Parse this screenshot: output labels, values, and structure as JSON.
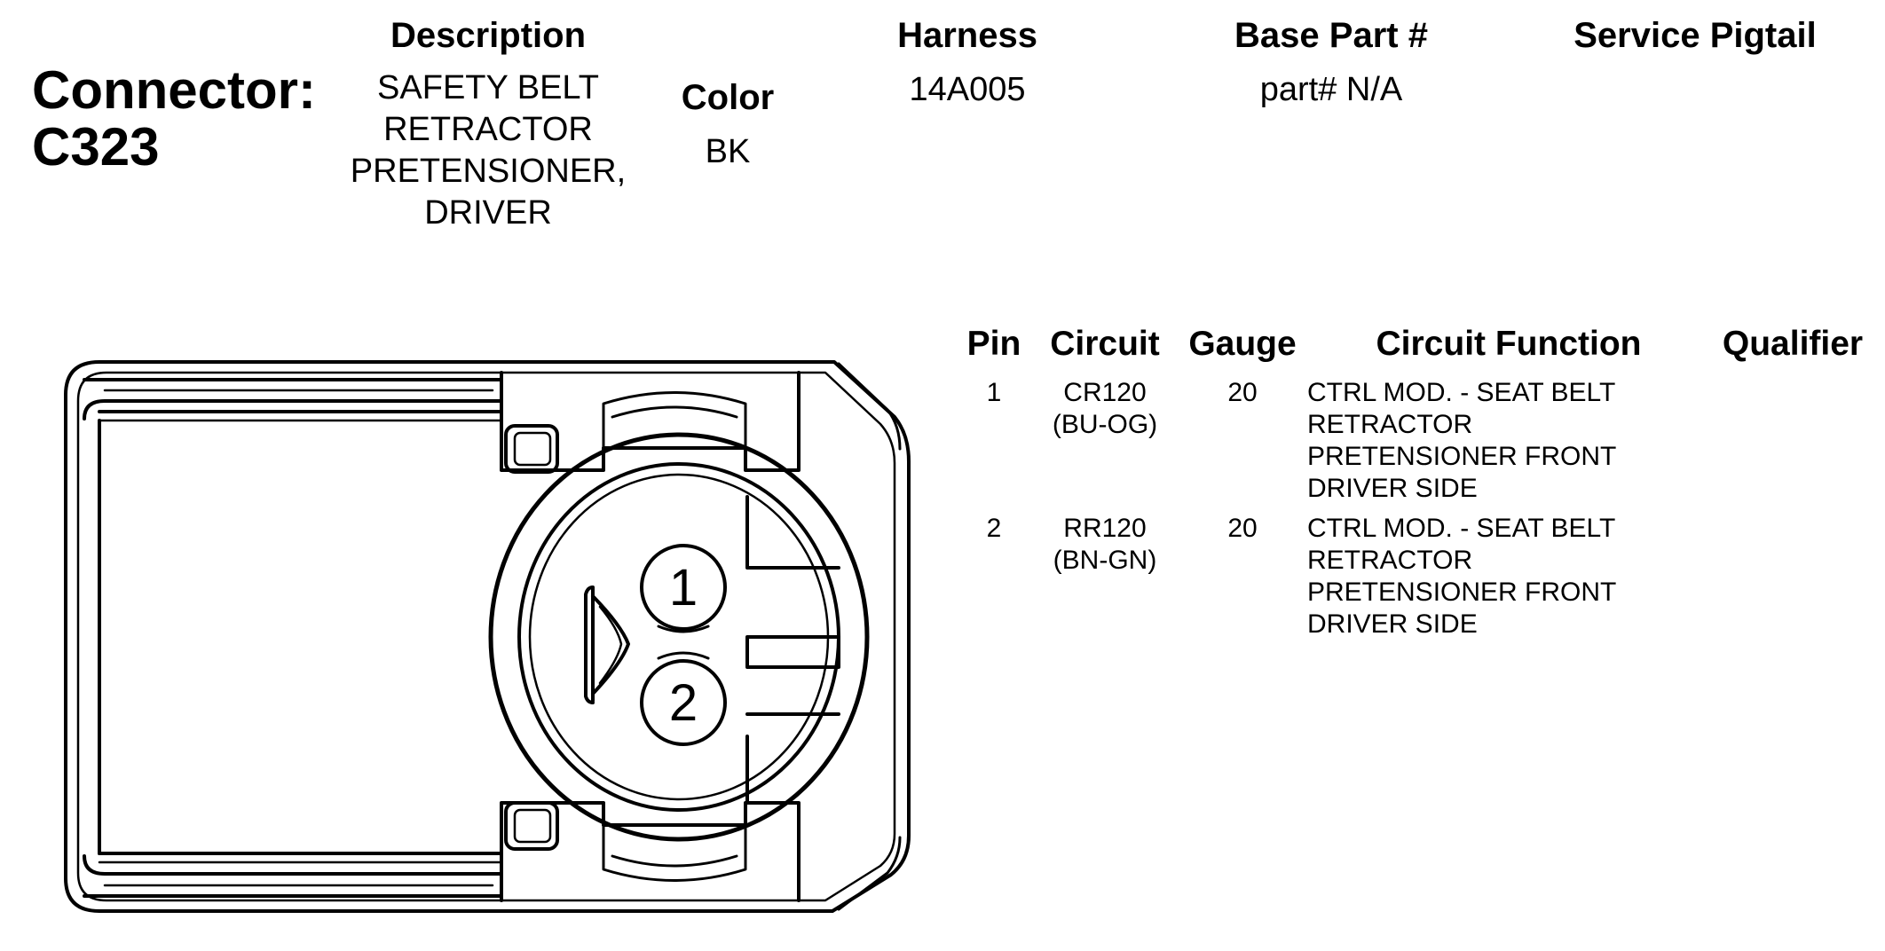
{
  "header": {
    "connector_label": "Connector:",
    "connector_id": "C323",
    "description_header": "Description",
    "description_lines": [
      "SAFETY BELT",
      "RETRACTOR",
      "PRETENSIONER,",
      "DRIVER"
    ],
    "color_header": "Color",
    "color_value": "BK",
    "harness_header": "Harness",
    "harness_value": "14A005",
    "base_part_header": "Base Part #",
    "base_part_value": "part# N/A",
    "service_pigtail_header": "Service Pigtail"
  },
  "pin_table": {
    "columns": [
      "Pin",
      "Circuit",
      "Gauge",
      "Circuit Function",
      "Qualifier"
    ],
    "rows": [
      {
        "pin": "1",
        "circuit": "CR120",
        "circuit_color": "(BU-OG)",
        "gauge": "20",
        "function_lines": [
          "CTRL MOD. - SEAT BELT",
          "RETRACTOR",
          "PRETENSIONER FRONT",
          "DRIVER SIDE"
        ],
        "qualifier": ""
      },
      {
        "pin": "2",
        "circuit": "RR120",
        "circuit_color": "(BN-GN)",
        "gauge": "20",
        "function_lines": [
          "CTRL MOD. - SEAT BELT",
          "RETRACTOR",
          "PRETENSIONER FRONT",
          "DRIVER SIDE"
        ],
        "qualifier": ""
      }
    ]
  },
  "diagram": {
    "pin_labels": [
      "1",
      "2"
    ]
  }
}
